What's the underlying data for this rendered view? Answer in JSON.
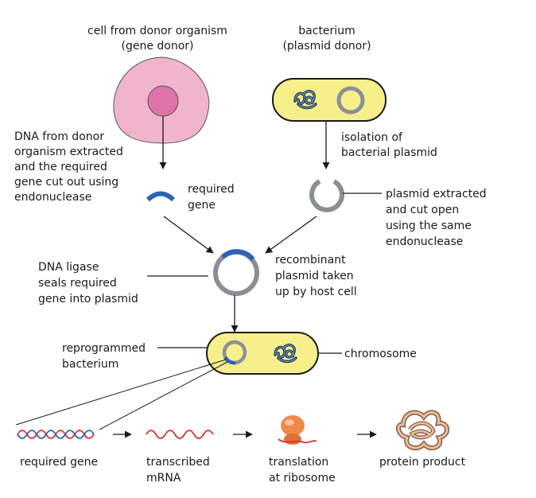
{
  "labels": {
    "donor_cell_line1": "cell from donor organism",
    "donor_cell_line2": "(gene donor)",
    "bacterium_line1": "bacterium",
    "bacterium_line2": "(plasmid donor)",
    "dna_extract_line1": "DNA from donor",
    "dna_extract_line2": "organism extracted",
    "dna_extract_line3": "and the required",
    "dna_extract_line4": "gene cut out using",
    "dna_extract_line5": "endonuclease",
    "isolation_line1": "isolation of",
    "isolation_line2": "bacterial plasmid",
    "required_gene_line1": "required",
    "required_gene_line2": "gene",
    "plasmid_cut_line1": "plasmid extracted",
    "plasmid_cut_line2": "and cut open",
    "plasmid_cut_line3": "using the same",
    "plasmid_cut_line4": "endonuclease",
    "ligase_line1": "DNA ligase",
    "ligase_line2": "seals required",
    "ligase_line3": "gene into plasmid",
    "recombinant_line1": "recombinant",
    "recombinant_line2": "plasmid taken",
    "recombinant_line3": "up by host cell",
    "reprogrammed_line1": "reprogrammed",
    "reprogrammed_line2": "bacterium",
    "chromosome": "chromosome",
    "step_gene": "required gene",
    "step_mrna_line1": "transcribed",
    "step_mrna_line2": "mRNA",
    "step_translation_line1": "translation",
    "step_translation_line2": "at ribosome",
    "step_protein": "protein product"
  },
  "colors": {
    "donor_cell": "#f0b4cc",
    "nucleus": "#df74a8",
    "bacterium_fill": "#f7ef8a",
    "plasmid": "#8a8f96",
    "gene": "#2a63b8",
    "chromosome": "#233c5c",
    "ribosome": "#ef8a4a",
    "mrna": "#d83030",
    "protein": "#c99474"
  }
}
